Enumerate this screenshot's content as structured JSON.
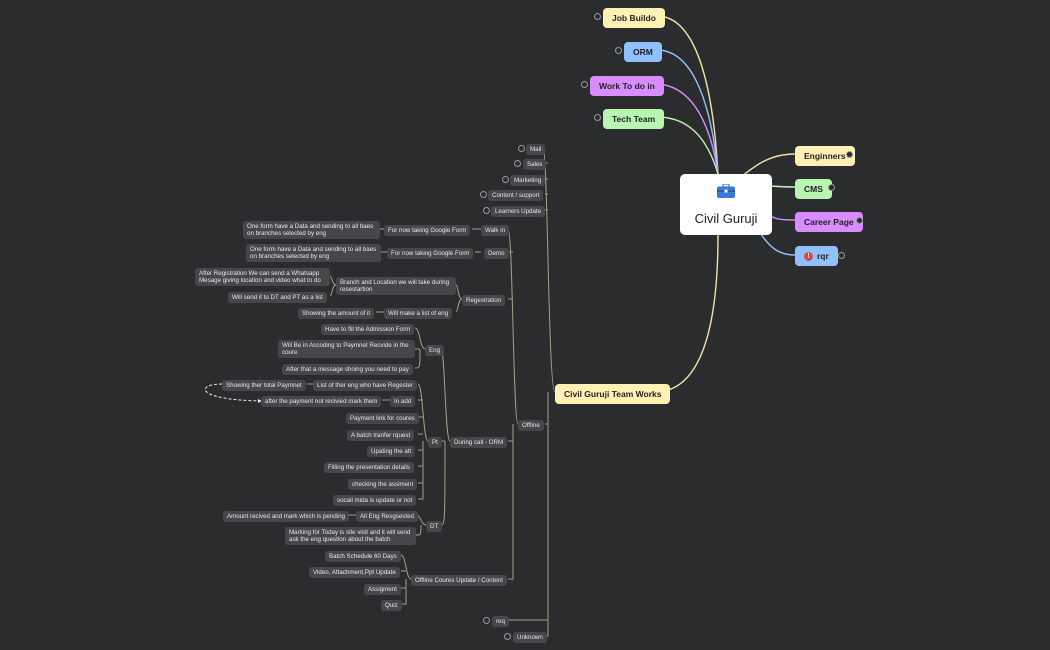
{
  "root": {
    "title": "Civil Guruji",
    "icon": "briefcase-icon"
  },
  "colors": {
    "background": "#2b2c2e",
    "yellow": "#fff0b3",
    "blue": "#8fc1ff",
    "purple": "#d98cff",
    "green": "#b7f5b0",
    "small_node": "#46474a",
    "connector_gray": "#9a9a9a"
  },
  "main_branches": {
    "job_buildo": "Job Buildo",
    "orm": "ORM",
    "work_to_do_in": "Work To do in",
    "tech_team": "Tech Team",
    "enginners": "Enginners",
    "cms": "CMS",
    "career_page": "Career Page",
    "rqr": "rqr",
    "team_works": "Civil Guruji Team Works"
  },
  "team_works_children": {
    "mail": "Mail",
    "sales": "Sales",
    "marketing": "Marketing",
    "content_support": "Content / support",
    "learners_update": "Learners Update",
    "offline": "Offline",
    "req": "req",
    "unknown": "Unknown"
  },
  "offline": {
    "walk_in": "Walk in",
    "walk_in_form": "For now taking Google Form",
    "walk_in_note": "One form have a Data and sending to all baes on branches selected by eng",
    "demo": "Demo",
    "demo_form": "For now taking Google Form",
    "demo_note": "One form have a Data and sending to all baes on branches selected by eng",
    "registration": "Regestration",
    "branch_location": "Branch and Location we will take during resestartion",
    "after_reg": "After Registration We can send a Whatsapp Mesage giving location and video what to do",
    "send_dt_pt": "Will send it to DT and PT as a list",
    "make_list": "Will make a list of eng",
    "show_amount": "Showing the amount of it",
    "during_call": "During call - ORM",
    "eng": "Eng",
    "fill_form": "Have to fill the Admission Form",
    "according_payment": "Will Be in Accoding to Paymnet Recvide in the coure",
    "after_message": "After that a message shoing you need to pay",
    "pt": "Pt",
    "list_eng_register": "List of ther eng who have Regester",
    "showing_total": "Showing ther total Paymnet",
    "in_add": "In add",
    "not_recived": "after the payment not recivied mark them",
    "payment_link": "Payment link for coures",
    "batch_transfer": "A batch tranfer rquest",
    "updating_att": "Upating the att",
    "filling_presentation": "Filling the presentation details",
    "checking_assignment": "checking the assiment",
    "social_media": "socail mida is update or not",
    "dt": "DT",
    "all_eng_registered": "All Eng Resgsested",
    "amount_received": "Amount recived and mark which is pending",
    "marking_today": "Marking for Today is site visit and it will send ask the eng question about the batch",
    "offline_courses": "Offline Coures Update / Content",
    "batch_schedule": "Batch Schedule  60 Days",
    "video_attachment": "Video, Attachment,Ppt Update",
    "assignment": "Assigment",
    "quiz": "Quiz"
  }
}
